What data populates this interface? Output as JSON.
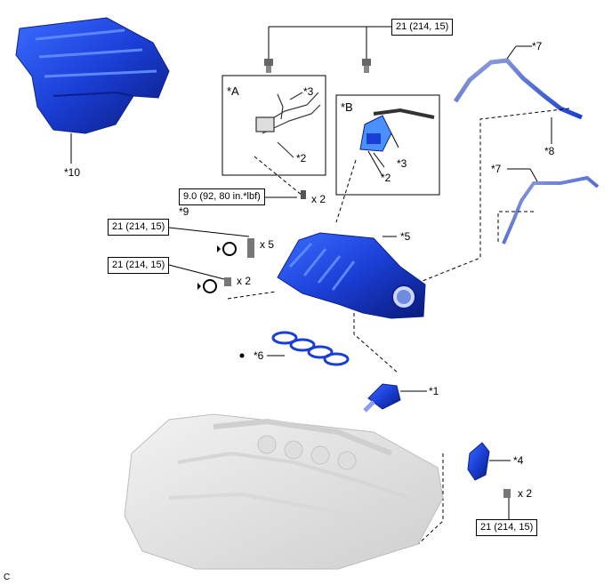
{
  "colors": {
    "part_blue": "#1a3fd6",
    "part_blue_dark": "#0d1f8c",
    "engine_grey": "#e4e4e4",
    "line": "#000000"
  },
  "torques": {
    "top": "21 (214, 15)",
    "bolt9": "9.0 (92, 80 in.*lbf)",
    "mid1": "21 (214, 15)",
    "mid2": "21 (214, 15)",
    "bottom": "21 (214, 15)"
  },
  "quantities": {
    "bolt9": "x 2",
    "mid1": "x 5",
    "mid2": "x 2",
    "bottom": "x 2"
  },
  "views": {
    "a": "*A",
    "b": "*B"
  },
  "parts": {
    "p1": "*1",
    "p2a": "*2",
    "p2b": "*2",
    "p3a": "*3",
    "p3b": "*3",
    "p4": "*4",
    "p5": "*5",
    "p6": "*6",
    "p7a": "*7",
    "p7b": "*7",
    "p8": "*8",
    "p9": "*9",
    "p10": "*10"
  },
  "corner": "C",
  "icons": [
    "replace-part-icon",
    "torque-wrench-icon",
    "bolt-icon"
  ]
}
